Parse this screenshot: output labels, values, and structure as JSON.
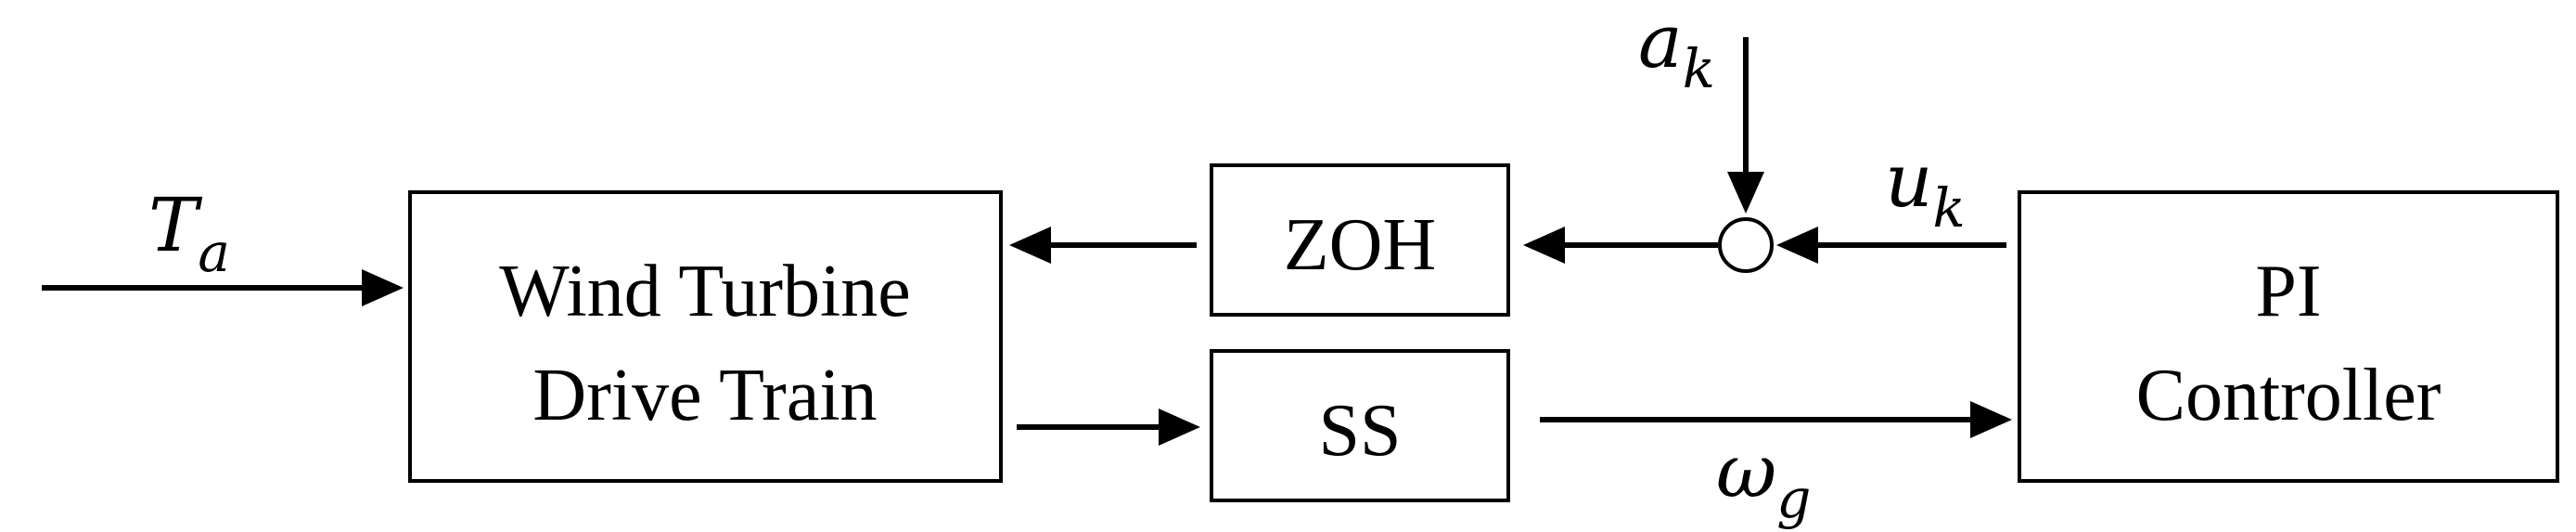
{
  "blocks": {
    "drive_train": {
      "line1": "Wind Turbine",
      "line2": "Drive Train"
    },
    "zoh": {
      "label": "ZOH"
    },
    "ss": {
      "label": "SS"
    },
    "pi": {
      "line1": "PI",
      "line2": "Controller"
    }
  },
  "signals": {
    "torque": {
      "main": "T",
      "sub": "a"
    },
    "attack": {
      "main": "a",
      "sub": "k"
    },
    "control": {
      "main": "u",
      "sub": "k"
    },
    "speed": {
      "main": "ω",
      "sub": "g"
    }
  }
}
